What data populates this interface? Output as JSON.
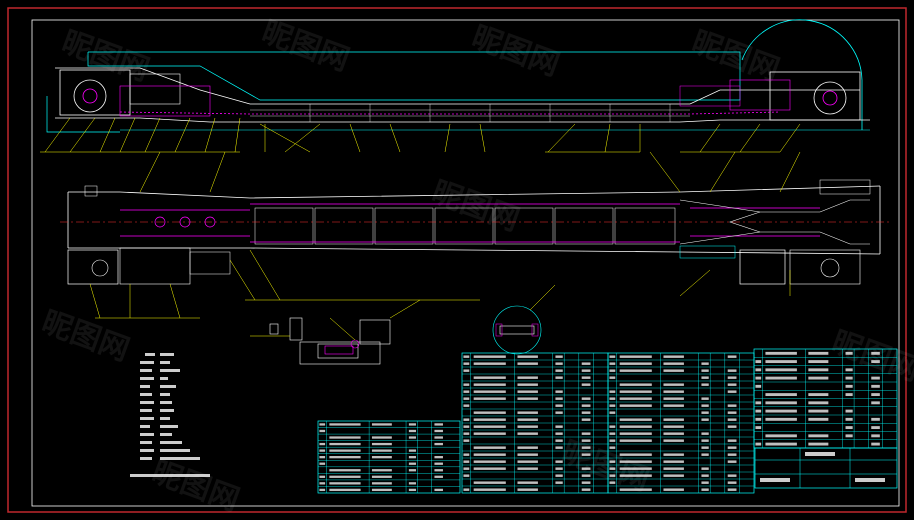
{
  "drawing": {
    "colors": {
      "background": "#000000",
      "frame": "#c0282d",
      "inner_frame": "#ffffff",
      "outline": "#ffffff",
      "cyan": "#00ffff",
      "magenta": "#ff00ff",
      "yellow": "#ffff00",
      "red": "#ff3030",
      "green": "#00ff00"
    },
    "watermark": "昵图网",
    "title_block_text": "",
    "tables": [
      {
        "name": "bom-table-left",
        "rows": 11,
        "cols": 6
      },
      {
        "name": "bom-table-mid-1",
        "rows": 20,
        "cols": 7
      },
      {
        "name": "bom-table-mid-2",
        "rows": 20,
        "cols": 7
      },
      {
        "name": "bom-table-right",
        "rows": 12,
        "cols": 7
      }
    ]
  }
}
